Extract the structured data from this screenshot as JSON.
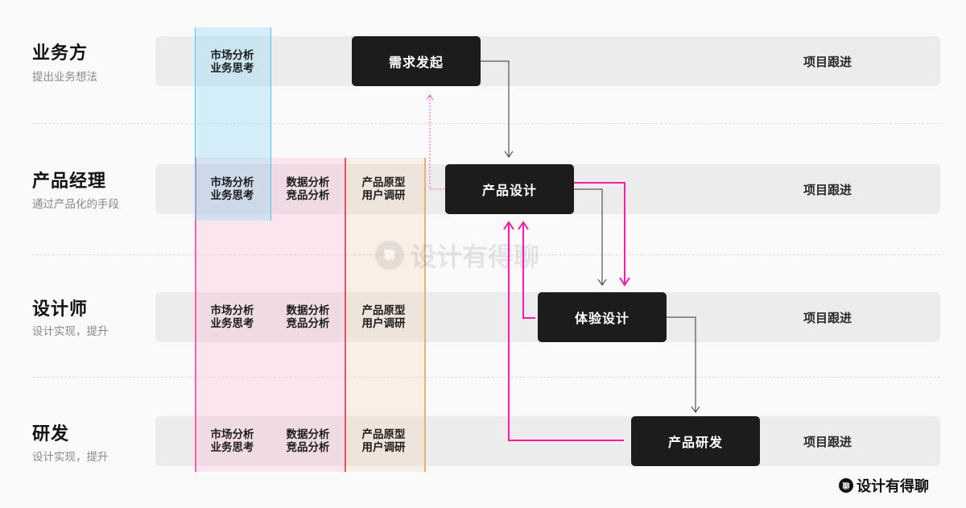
{
  "lanes": [
    {
      "title": "业务方",
      "subtitle": "提出业务想法",
      "node": "需求发起",
      "follow": "项目跟进"
    },
    {
      "title": "产品经理",
      "subtitle": "通过产品化的手段",
      "node": "产品设计",
      "follow": "项目跟进"
    },
    {
      "title": "设计师",
      "subtitle": "设计实现，提升",
      "node": "体验设计",
      "follow": "项目跟进"
    },
    {
      "title": "研发",
      "subtitle": "设计实现，提升",
      "node": "产品研发",
      "follow": "项目跟进"
    }
  ],
  "cells": {
    "market": {
      "line1": "市场分析",
      "line2": "业务思考"
    },
    "data": {
      "line1": "数据分析",
      "line2": "竞品分析"
    },
    "proto": {
      "line1": "产品原型",
      "line2": "用户调研"
    }
  },
  "colors": {
    "node": "#1c1c1c",
    "flow_black": "#333333",
    "flow_magenta": "#ff1aa8",
    "col_blue": "#4cc3f0",
    "col_pink": "#ff5fa8",
    "col_red": "#ea4f5f",
    "col_orange": "#e2b66a"
  },
  "watermark": {
    "badge": "聊",
    "text": "设计有得聊"
  },
  "brand": {
    "badge": "聊",
    "text": "设计有得聊"
  }
}
